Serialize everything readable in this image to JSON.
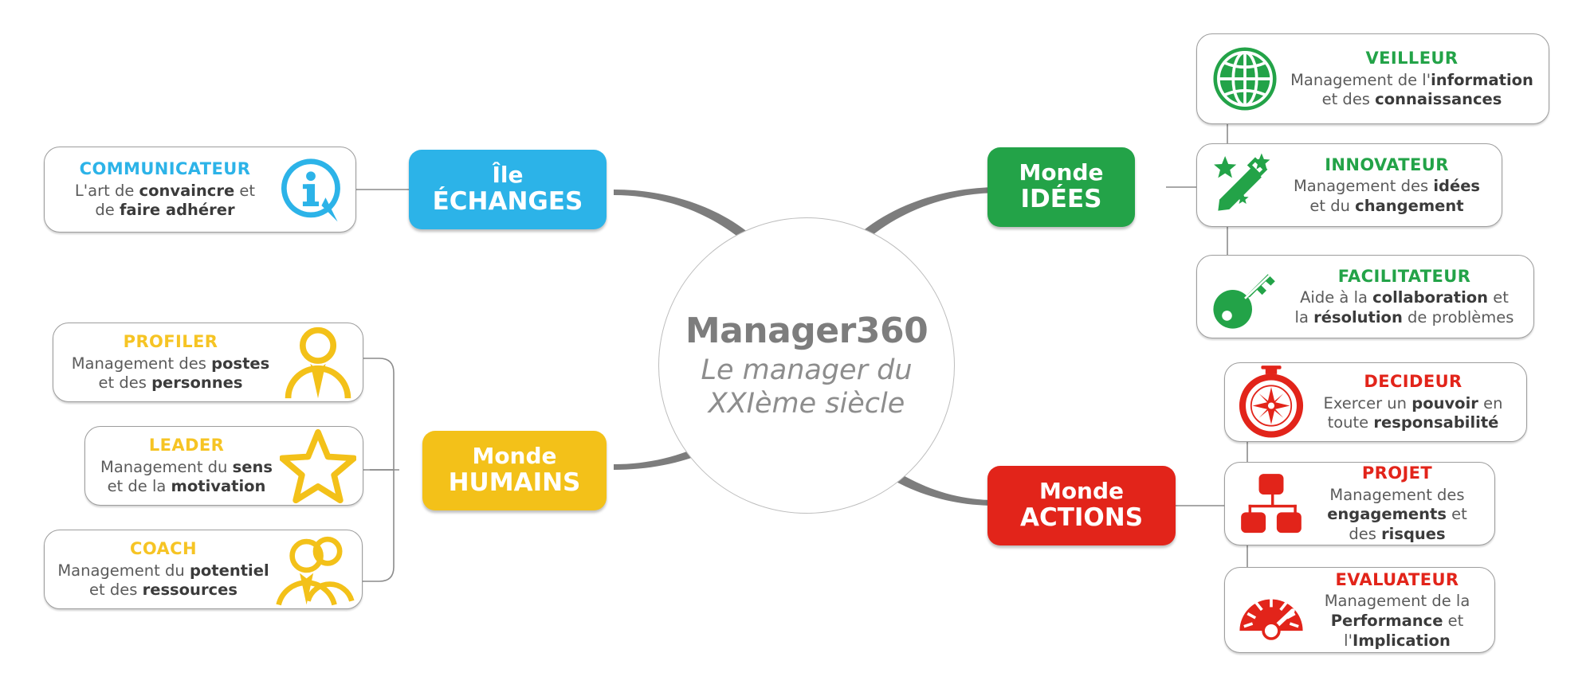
{
  "center": {
    "title": "Manager360",
    "subtitle_line1": "Le manager du",
    "subtitle_line2": "XXIème siècle"
  },
  "colors": {
    "blue": "#2cb3e8",
    "green": "#23a348",
    "yellow": "#f3c119",
    "yellow_text": "#f6c424",
    "red": "#e2241a",
    "gray_text": "#5b5b5b",
    "connector": "#8c8c8c"
  },
  "hubs": {
    "echanges": {
      "line1": "Île",
      "line2": "ÉCHANGES",
      "color": "#2cb3e8"
    },
    "idees": {
      "line1": "Monde",
      "line2": "IDÉES",
      "color": "#23a348"
    },
    "humains": {
      "line1": "Monde",
      "line2": "HUMAINS",
      "color": "#f3c119"
    },
    "actions": {
      "line1": "Monde",
      "line2": "ACTIONS",
      "color": "#e2241a"
    }
  },
  "cards": {
    "communicateur": {
      "role": "COMMUNICATEUR",
      "desc_line1_pre": "L'art de ",
      "desc_line1_b": "convaincre",
      "desc_line1_post": " et",
      "desc_line2_pre": "de ",
      "desc_line2_b": "faire adhérer",
      "desc_line2_post": "",
      "icon": "info-bubble-icon"
    },
    "veilleur": {
      "role": "VEILLEUR",
      "desc_line1_pre": "Management de l'",
      "desc_line1_b": "information",
      "desc_line1_post": "",
      "desc_line2_pre": "et des ",
      "desc_line2_b": "connaissances",
      "desc_line2_post": "",
      "icon": "globe-icon"
    },
    "innovateur": {
      "role": "INNOVATEUR",
      "desc_line1_pre": "Management des ",
      "desc_line1_b": "idées",
      "desc_line1_post": "",
      "desc_line2_pre": "et du ",
      "desc_line2_b": "changement",
      "desc_line2_post": "",
      "icon": "magic-wand-icon"
    },
    "facilitateur": {
      "role": "FACILITATEUR",
      "desc_line1_pre": "Aide à la ",
      "desc_line1_b": "collaboration",
      "desc_line1_post": " et",
      "desc_line2_pre": "la ",
      "desc_line2_b": "résolution",
      "desc_line2_post": " de problèmes",
      "icon": "key-icon"
    },
    "profiler": {
      "role": "PROFILER",
      "desc_line1_pre": "Management des ",
      "desc_line1_b": "postes",
      "desc_line1_post": "",
      "desc_line2_pre": "et des ",
      "desc_line2_b": "personnes",
      "desc_line2_post": "",
      "icon": "person-icon"
    },
    "leader": {
      "role": "LEADER",
      "desc_line1_pre": "Management du ",
      "desc_line1_b": "sens",
      "desc_line1_post": "",
      "desc_line2_pre": "et de la ",
      "desc_line2_b": "motivation",
      "desc_line2_post": "",
      "icon": "star-icon"
    },
    "coach": {
      "role": "COACH",
      "desc_line1_pre": "Management du ",
      "desc_line1_b": "potentiel",
      "desc_line1_post": "",
      "desc_line2_pre": "et des ",
      "desc_line2_b": "ressources",
      "desc_line2_post": "",
      "icon": "people-group-icon"
    },
    "decideur": {
      "role": "DECIDEUR",
      "desc_line1_pre": "Exercer un ",
      "desc_line1_b": "pouvoir",
      "desc_line1_post": " en",
      "desc_line2_pre": "toute ",
      "desc_line2_b": "responsabilité",
      "desc_line2_post": "",
      "icon": "compass-icon"
    },
    "projet": {
      "role": "PROJET",
      "desc_line1_pre": "Management des",
      "desc_line1_b": "",
      "desc_line1_post": "",
      "desc_line2_pre": "",
      "desc_line2_b": "engagements",
      "desc_line2_post": " et",
      "desc_line3_pre": "des ",
      "desc_line3_b": "risques",
      "desc_line3_post": "",
      "icon": "org-chart-icon"
    },
    "evaluateur": {
      "role": "EVALUATEUR",
      "desc_line1_pre": "Management de la",
      "desc_line1_b": "",
      "desc_line1_post": "",
      "desc_line2_pre": "",
      "desc_line2_b": "Performance",
      "desc_line2_post": " et",
      "desc_line3_pre": "l'",
      "desc_line3_b": "Implication",
      "desc_line3_post": "",
      "icon": "gauge-icon"
    }
  }
}
